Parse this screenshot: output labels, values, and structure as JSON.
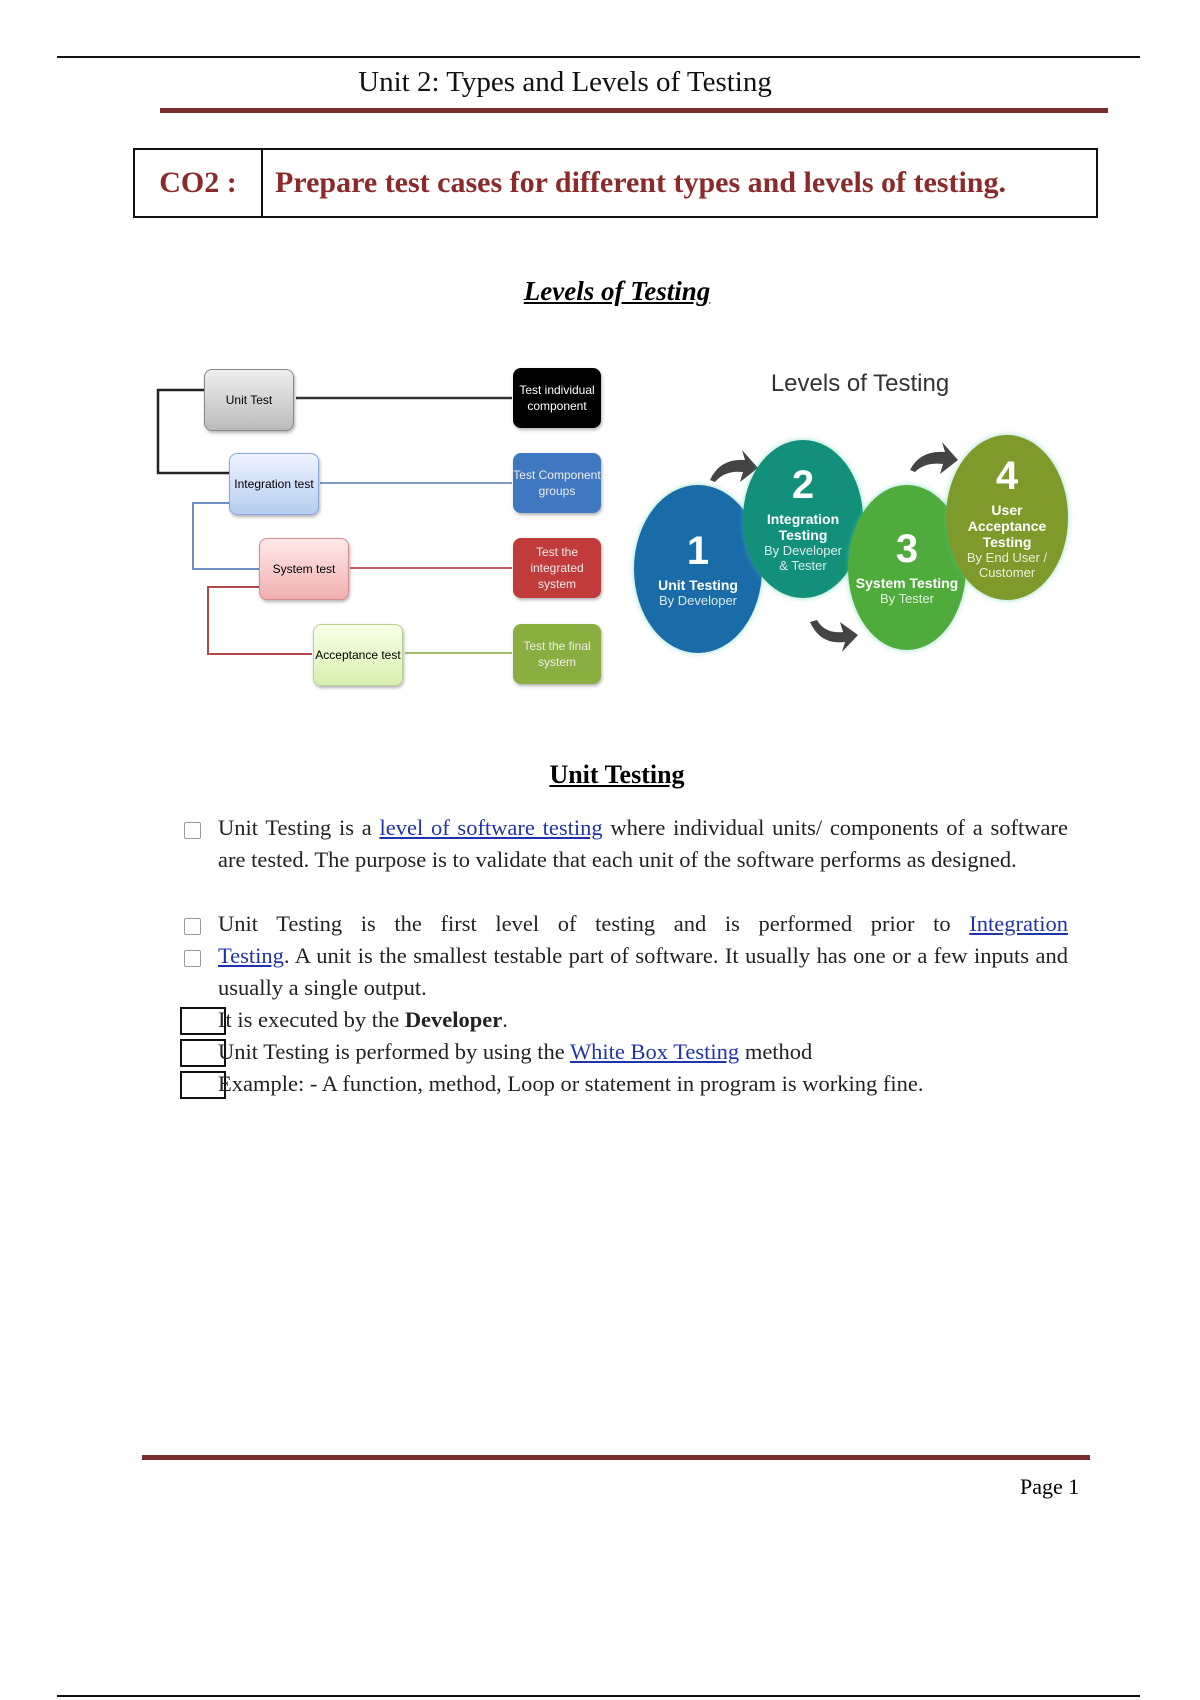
{
  "header": {
    "title": "Unit 2: Types and Levels of Testing"
  },
  "co": {
    "label": "CO2 :",
    "text": "Prepare test cases for different types and levels of testing."
  },
  "levels_heading": "Levels of Testing",
  "flow_diagram": {
    "levels": [
      {
        "label": "Unit Test",
        "desc": "Test individual component"
      },
      {
        "label": "Integration test",
        "desc": "Test Component groups"
      },
      {
        "label": "System test",
        "desc": "Test the integrated system"
      },
      {
        "label": "Acceptance test",
        "desc": "Test the final system"
      }
    ]
  },
  "circle_diagram": {
    "title": "Levels of Testing",
    "steps": [
      {
        "num": "1",
        "title": "Unit Testing",
        "by": "By Developer"
      },
      {
        "num": "2",
        "title": "Integration Testing",
        "by": "By Developer & Tester"
      },
      {
        "num": "3",
        "title": "System Testing",
        "by": "By Tester"
      },
      {
        "num": "4",
        "title": "User Acceptance Testing",
        "by": "By End User / Customer"
      }
    ]
  },
  "unit_heading": "Unit Testing",
  "bullets": {
    "b1_pre": "Unit Testing is a ",
    "b1_link": "level of software testing",
    "b1_post": " where individual units/ components of a software are tested. The purpose is to validate that each unit of the software performs as designed.",
    "b2_pre": "Unit Testing is the first level of testing and is performed prior to ",
    "b2_link": "Integration",
    "b3_link": "Testing",
    "b3_post": ". A unit is the smallest testable part of software. It usually has one or a few inputs and usually a single output.",
    "b4_pre": "It is executed by the ",
    "b4_bold": "Developer",
    "b4_post": ".",
    "b5_pre": "Unit Testing is performed by using the ",
    "b5_link": "White Box Testing",
    "b5_post": " method",
    "b6": "Example: - A function, method, Loop or statement in program is working fine."
  },
  "footer": {
    "page": "Page 1"
  }
}
